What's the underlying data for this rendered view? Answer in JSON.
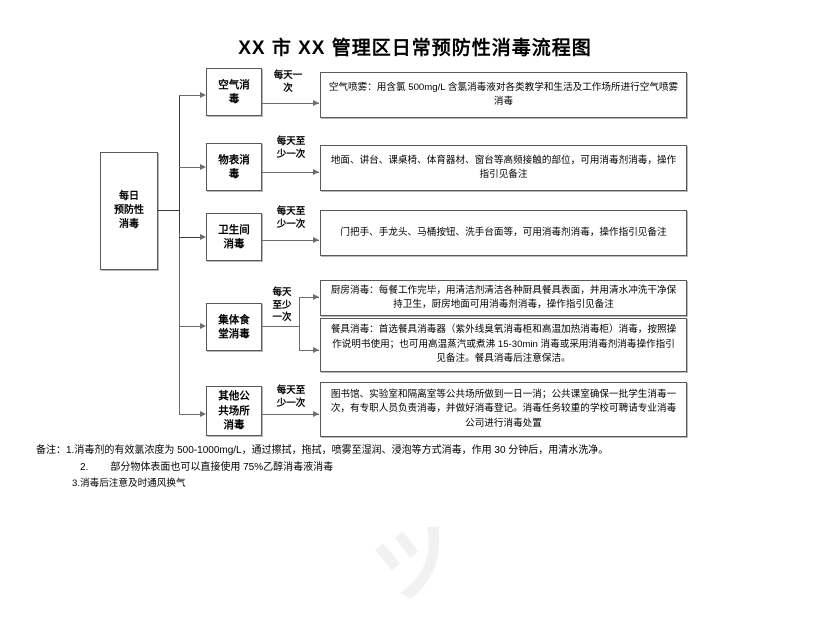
{
  "title": "XX 市 XX 管理区日常预防性消毒流程图",
  "root": {
    "label": "每日\n预防性\n消毒"
  },
  "categories": [
    {
      "id": "air",
      "label": "空气消\n毒",
      "freq": "每天一\n次"
    },
    {
      "id": "surface",
      "label": "物表消\n毒",
      "freq": "每天至\n少一次"
    },
    {
      "id": "toilet",
      "label": "卫生间\n消毒",
      "freq": "每天至\n少一次"
    },
    {
      "id": "canteen",
      "label": "集体食\n堂消毒",
      "freq": "每天\n至少\n一次"
    },
    {
      "id": "public",
      "label": "其他公\n共场所\n消毒",
      "freq": "每天至\n少一次"
    }
  ],
  "details": [
    {
      "id": "air-detail",
      "text": "空气喷雾：用含氯 500mg/L 含氯消毒液对各类教学和生活及工作场所进行空气喷雾消毒"
    },
    {
      "id": "surface-detail",
      "text": "地面、讲台、课桌椅、体育器材、窗台等高频接触的部位，可用消毒剂消毒，操作指引见备注"
    },
    {
      "id": "toilet-detail",
      "text": "门把手、手龙头、马桶按钮、洗手台面等，可用消毒剂消毒，操作指引见备注"
    },
    {
      "id": "kitchen-detail",
      "text": "厨房消毒：每餐工作完毕，用清洁剂清洁各种厨具餐具表面，并用清水冲洗干净保持卫生，厨房地面可用消毒剂消毒，操作指引见备注"
    },
    {
      "id": "tableware-detail",
      "text": "餐具消毒：首选餐具消毒器（紫外线臭氧消毒柜和高温加热消毒柜）消毒，按照操作说明书使用；也可用高温蒸汽或煮沸 15-30min 消毒或采用消毒剂消毒操作指引见备注。餐具消毒后注意保洁。"
    },
    {
      "id": "public-detail",
      "text": "图书馆、实验室和隔离室等公共场所做到一日一消；公共课室确保一批学生消毒一次，有专职人员负责消毒，并做好消毒登记。消毒任务较重的学校可聘请专业消毒公司进行消毒处置"
    }
  ],
  "notes": {
    "lead": "备注：",
    "items": [
      {
        "num": "1.",
        "text": "消毒剂的有效氯浓度为 500-1000mg/L，通过擦拭，拖拭，喷雾至湿润、浸泡等方式消毒，作用 30 分钟后，用清水洗净。"
      },
      {
        "num": "2.",
        "text": "部分物体表面也可以直接使用 75%乙醇消毒液消毒"
      },
      {
        "num": "3.",
        "text": "消毒后注意及时通风换气"
      }
    ]
  },
  "watermark": "ッ"
}
